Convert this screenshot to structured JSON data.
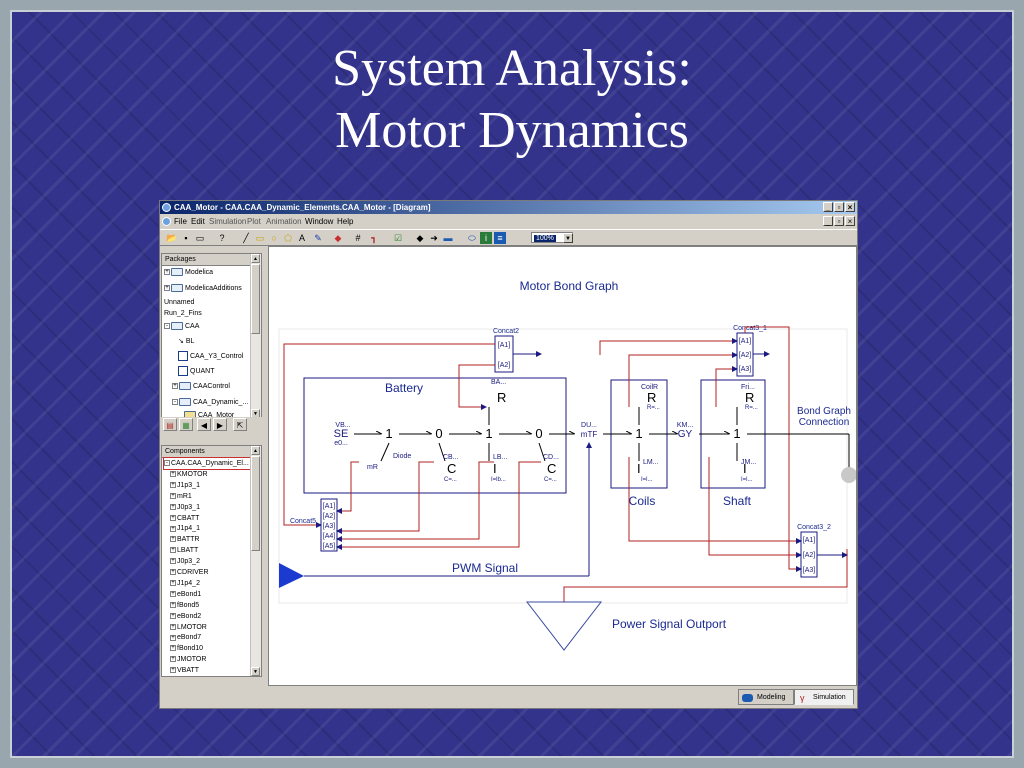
{
  "slide": {
    "title_line1": "System Analysis:",
    "title_line2": "Motor Dynamics"
  },
  "window": {
    "title": "CAA_Motor - CAA.CAA_Dynamic_Elements.CAA_Motor - [Diagram]",
    "menu": [
      "File",
      "Edit",
      "Simulation",
      "Plot",
      "Animation",
      "Window",
      "Help"
    ],
    "zoom": "100%"
  },
  "packages": {
    "header": "Packages",
    "items": [
      "Modelica",
      "ModelicaAdditions",
      "Unnamed",
      "Run_2_Fins",
      "CAA",
      "BL",
      "CAA_Y3_Control",
      "QUANT",
      "CAAControl",
      "CAA_Dynamic_...",
      "CAA_Motor"
    ]
  },
  "components": {
    "header": "Components",
    "items": [
      "CAA.CAA_Dynamic_El...",
      "KMOTOR",
      "J1p3_1",
      "mR1",
      "J0p3_1",
      "CBATT",
      "J1p4_1",
      "BATTR",
      "LBATT",
      "J0p3_2",
      "CDRIVER",
      "J1p4_2",
      "eBond1",
      "fBond5",
      "eBond2",
      "LMOTOR",
      "eBond7",
      "fBond10",
      "JMOTOR",
      "VBATT"
    ]
  },
  "diagram": {
    "title": "Motor Bond Graph",
    "battery_label": "Battery",
    "coils_label": "Coils",
    "shaft_label": "Shaft",
    "pwm_label": "PWM Signal",
    "power_label": "Power Signal Outport",
    "bond_conn_line1": "Bond Graph",
    "bond_conn_line2": "Connection",
    "concat2": "Concat2",
    "concat3_1": "Concat3_1",
    "concat3_2": "Concat3_2",
    "concat5": "Concat5",
    "se_label": "SE",
    "vb_label": "VB...",
    "e0_label": "e0...",
    "diode": "Diode",
    "mr_label": "mR",
    "gy_label": "GY",
    "km_label": "KM...",
    "du_label": "DU...",
    "mtf_label": "mTF",
    "r_glyph": "R",
    "c_glyph": "C",
    "i_glyph": "I",
    "j1": "1",
    "j0": "0",
    "ba_label": "BA...",
    "coilr_label": "CoilR",
    "fri_label": "Fri...",
    "cb_label": "CB...",
    "cd_label": "CD...",
    "lb_label": "LB...",
    "lm_label": "LM...",
    "jm_label": "JM...",
    "ceq": "C=...",
    "req": "R=...",
    "ieq": "I=l...",
    "ibeq": "I=lb..."
  },
  "statusbar": {
    "tab_modeling": "Modeling",
    "tab_simulation": "Simulation"
  }
}
